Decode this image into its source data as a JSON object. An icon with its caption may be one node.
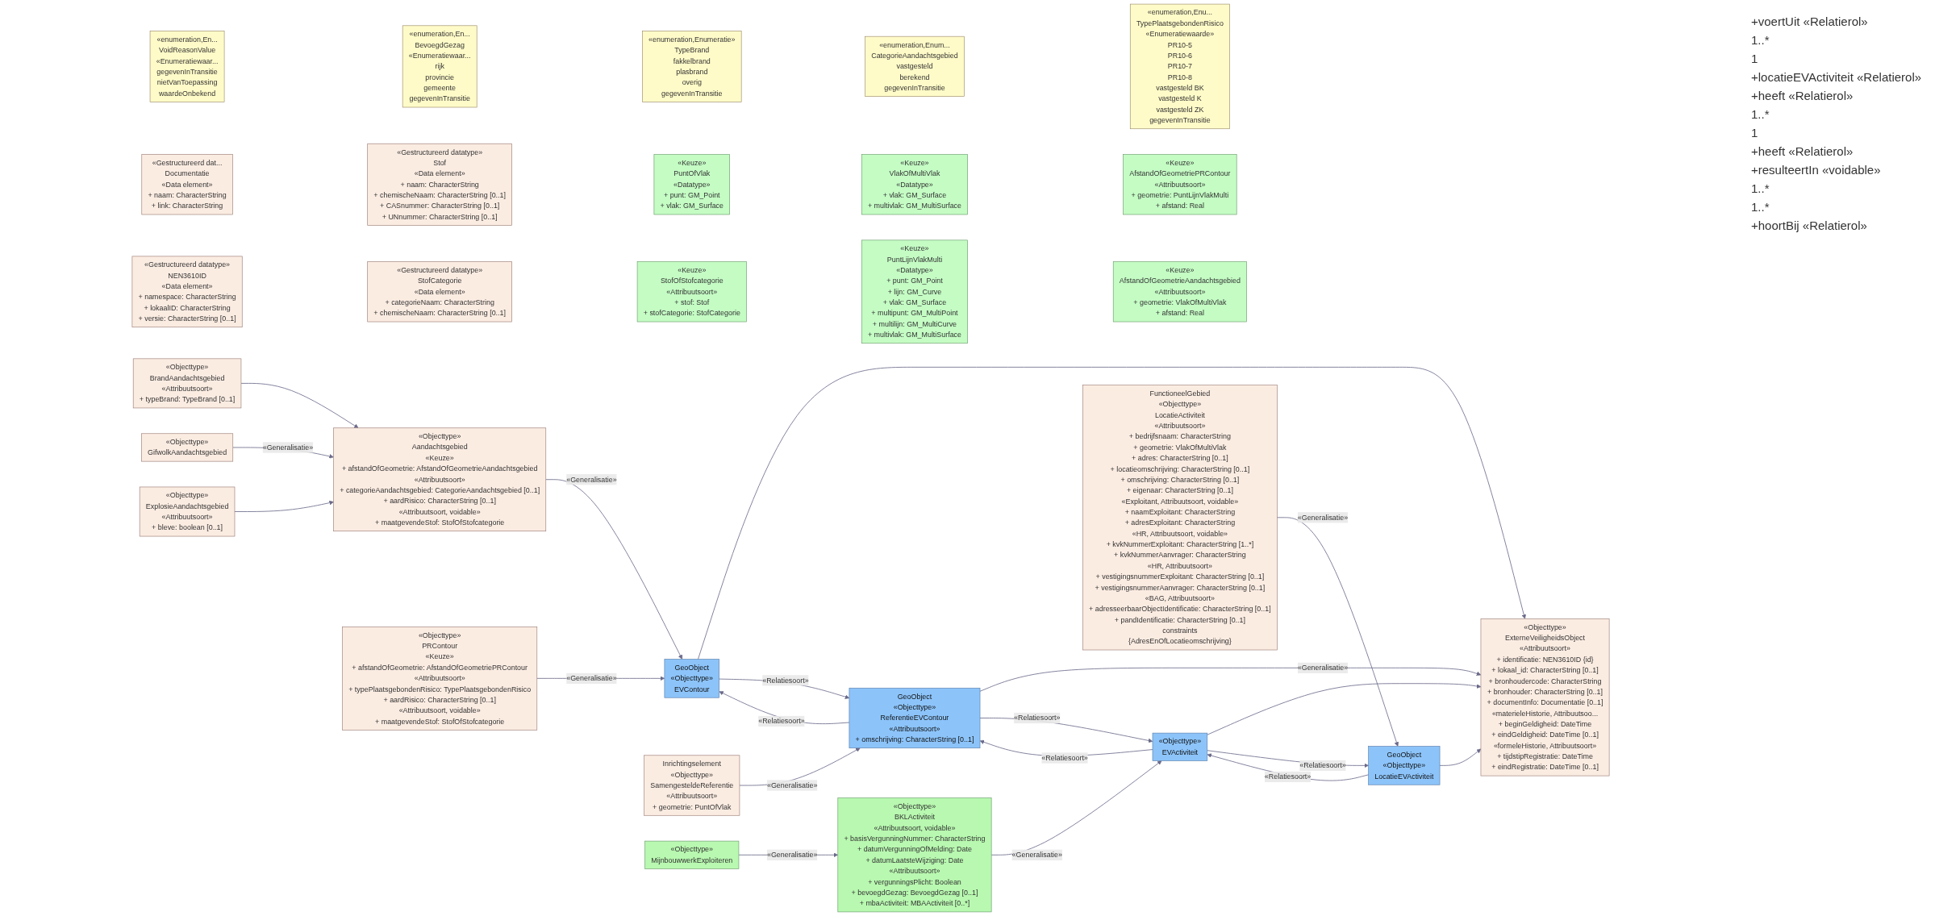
{
  "diagram": {
    "nodes": [
      {
        "text": [
          "«enumeration,En...",
          "VoidReasonValue",
          "«Enumeratiewaar...",
          "gegevenInTransitie",
          "nietVanToepassing",
          "waardeOnbekend"
        ]
      },
      {
        "text": [
          "«enumeration,En...",
          "BevoegdGezag",
          "«Enumeratiewaar...",
          "rijk",
          "provincie",
          "gemeente",
          "gegevenInTransitie"
        ]
      },
      {
        "text": [
          "«enumeration,Enumeratie»",
          "TypeBrand",
          "fakkelbrand",
          "plasbrand",
          "overig",
          "gegevenInTransitie"
        ]
      },
      {
        "text": [
          "«enumeration,Enum...",
          "CategorieAandachtsgebied",
          "vastgesteld",
          "berekend",
          "gegevenInTransitie"
        ]
      },
      {
        "text": [
          "«enumeration,Enu...",
          "TypePlaatsgebondenRisico",
          "«Enumeratiewaarde»",
          "PR10-5",
          "PR10-6",
          "PR10-7",
          "PR10-8",
          "vastgesteld BK",
          "vastgesteld K",
          "vastgesteld ZK",
          "gegevenInTransitie"
        ]
      },
      {
        "text": [
          "«Objecttype»",
          "ExterneVeiligheidsObject",
          "«Attribuutsoort»",
          "+ identificatie: NEN3610ID {id}",
          "+ lokaal_id: CharacterString [0..1]",
          "+ bronhoudercode: CharacterString",
          "+ bronhouder: CharacterString [0..1]",
          "+ documentInfo: Documentatie [0..1]",
          "«materieleHistorie, Attribuutsoo...",
          "+ beginGeldigheid: DateTime",
          "+ eindGeldigheid: DateTime [0..1]",
          "«formeleHistorie, Attribuutsoort»",
          "+ tijdstipRegistratie: DateTime",
          "+ eindRegistratie: DateTime [0..1]"
        ]
      },
      {
        "text": [
          "«Gestructureerd dat...",
          "Documentatie",
          "«Data element»",
          "+ naam: CharacterString",
          "+ link: CharacterString"
        ]
      },
      {
        "text": [
          "«Gestructureerd datatype»",
          "Stof",
          "«Data element»",
          "+ naam: CharacterString",
          "+ chemischeNaam: CharacterString [0..1]",
          "+ CASnummer: CharacterString [0..1]",
          "+ UNnummer: CharacterString [0..1]"
        ]
      },
      {
        "text": [
          "«Keuze»",
          "PuntOfVlak",
          "«Datatype»",
          "+ punt: GM_Point",
          "+ vlak: GM_Surface"
        ]
      },
      {
        "text": [
          "«Keuze»",
          "VlakOfMultiVlak",
          "«Datatype»",
          "+ vlak: GM_Surface",
          "+ multivlak: GM_MultiSurface"
        ]
      },
      {
        "text": [
          "«Keuze»",
          "AfstandOfGeometriePRContour",
          "«Attribuutsoort»",
          "+ geometrie: PuntLijnVlakMulti",
          "+ afstand: Real"
        ]
      },
      {
        "text": [
          "«Gestructureerd datatype»",
          "NEN3610ID",
          "«Data element»",
          "+ namespace: CharacterString",
          "+ lokaalID: CharacterString",
          "+ versie: CharacterString [0..1]"
        ]
      },
      {
        "text": [
          "«Gestructureerd datatype»",
          "StofCategorie",
          "«Data element»",
          "+ categorieNaam: CharacterString",
          "+ chemischeNaam: CharacterString [0..1]"
        ]
      },
      {
        "text": [
          "«Keuze»",
          "StofOfStofcategorie",
          "«Attribuutsoort»",
          "+ stof: Stof",
          "+ stofCategorie: StofCategorie"
        ]
      },
      {
        "text": [
          "«Keuze»",
          "PuntLijnVlakMulti",
          "«Datatype»",
          "+ punt: GM_Point",
          "+ lijn: GM_Curve",
          "+ vlak: GM_Surface",
          "+ multipunt: GM_MultiPoint",
          "+ multilijn: GM_MultiCurve",
          "+ multivlak: GM_MultiSurface"
        ]
      },
      {
        "text": [
          "«Keuze»",
          "AfstandOfGeometrieAandachtsgebied",
          "«Attribuutsoort»",
          "+ geometrie: VlakOfMultiVlak",
          "+ afstand: Real"
        ]
      },
      {
        "text": [
          "GeoObject",
          "«Objecttype»",
          "LocatieEVActiviteit"
        ]
      },
      {
        "text": [
          "«Objecttype»",
          "EVActiviteit"
        ]
      },
      {
        "text": [
          "GeoObject",
          "«Objecttype»",
          "ReferentieEVContour",
          "«Attribuutsoort»",
          "+ omschrijving: CharacterString [0..1]"
        ]
      },
      {
        "text": [
          "GeoObject",
          "«Objecttype»",
          "EVContour"
        ]
      },
      {
        "text": [
          "FunctioneelGebied",
          "«Objecttype»",
          "LocatieActiviteit",
          "«Attribuutsoort»",
          "+ bedrijfsnaam: CharacterString",
          "+ geometrie: VlakOfMultiVlak",
          "+ adres: CharacterString [0..1]",
          "+ locatieomschrijving: CharacterString [0..1]",
          "+ omschrijving: CharacterString [0..1]",
          "+ eigenaar: CharacterString [0..1]",
          "«Exploitant, Attribuutsoort, voidable»",
          "+ naamExploitant: CharacterString",
          "+ adresExploitant: CharacterString",
          "«HR, Attribuutsoort, voidable»",
          "+ kvkNummerExploitant: CharacterString [1..*]",
          "+ kvkNummerAanvrager: CharacterString",
          "«HR, Attribuutsoort»",
          "+ vestigingsnummerExploitant: CharacterString [0..1]",
          "+ vestigingsnummerAanvrager: CharacterString [0..1]",
          "«BAG, Attribuutsoort»",
          "+ adresseerbaarObjectIdentificatie: CharacterString [0..1]",
          "+ pandIdentificatie: CharacterString [0..1]",
          "constraints",
          "{AdresEnOfLocatieomschrijving}"
        ]
      },
      {
        "text": [
          "«Objecttype»",
          "BKLActiviteit",
          "«Attribuutsoort, voidable»",
          "+ basisVergunningNummer: CharacterString",
          "+ datumVergunningOfMelding: Date",
          "+ datumLaatsteWijziging: Date",
          "«Attribuutsoort»",
          "+ vergunningsPlicht: Boolean",
          "+ bevoegdGezag: BevoegdGezag [0..1]",
          "+ mbaActiviteit: MBAActiviteit [0..*]"
        ]
      },
      {
        "text": [
          "Inrichtingselement",
          "«Objecttype»",
          "SamengesteldeReferentie",
          "«Attribuutsoort»",
          "+ geometrie: PuntOfVlak"
        ]
      },
      {
        "text": [
          "«Objecttype»",
          "Aandachtsgebied",
          "«Keuze»",
          "+ afstandOfGeometrie: AfstandOfGeometrieAandachtsgebied",
          "«Attribuutsoort»",
          "+ categorieAandachtsgebied: CategorieAandachtsgebied [0..1]",
          "+ aardRisico: CharacterString [0..1]",
          "«Attribuutsoort, voidable»",
          "+ maatgevendeStof: StofOfStofcategorie"
        ]
      },
      {
        "text": [
          "«Objecttype»",
          "PRContour",
          "«Keuze»",
          "+ afstandOfGeometrie: AfstandOfGeometriePRContour",
          "«Attribuutsoort»",
          "+ typePlaatsgebondenRisico: TypePlaatsgebondenRisico",
          "+ aardRisico: CharacterString [0..1]",
          "«Attribuutsoort, voidable»",
          "+ maatgevendeStof: StofOfStofcategorie"
        ]
      },
      {
        "text": [
          "«Objecttype»",
          "MijnbouwwerkExploiteren"
        ]
      },
      {
        "text": [
          "«Objecttype»",
          "BrandAandachtsgebied",
          "«Attribuutsoort»",
          "+ typeBrand: TypeBrand [0..1]"
        ]
      },
      {
        "text": [
          "«Objecttype»",
          "GifwolkAandachtsgebied"
        ]
      },
      {
        "text": [
          "«Objecttype»",
          "ExplosieAandachtsgebied",
          "«Attribuutsoort»",
          "+ bleve: boolean [0..1]"
        ]
      }
    ],
    "edges": [
      {
        "from": 16,
        "to": 5,
        "arrow": "to"
      },
      {
        "from": 17,
        "to": 5,
        "arrow": "to"
      },
      {
        "from": 18,
        "to": 5,
        "arrow": "to",
        "label": "«Generalisatie»"
      },
      {
        "from": 19,
        "to": 5,
        "arrow": "to"
      },
      {
        "from": 16,
        "to": 17,
        "arrow": "to",
        "label": "«Relatiesoort»"
      },
      {
        "from": 17,
        "to": 16,
        "arrow": "to",
        "label": "«Relatiesoort»"
      },
      {
        "from": 17,
        "to": 18,
        "arrow": "to",
        "label": "«Relatiesoort»"
      },
      {
        "from": 18,
        "to": 17,
        "arrow": "to",
        "label": "«Relatiesoort»"
      },
      {
        "from": 18,
        "to": 19,
        "arrow": "to",
        "label": "«Relatiesoort»"
      },
      {
        "from": 19,
        "to": 18,
        "arrow": "to",
        "label": "«Relatiesoort»"
      },
      {
        "from": 20,
        "to": 16,
        "arrow": "to",
        "label": "«Generalisatie»"
      },
      {
        "from": 21,
        "to": 17,
        "arrow": "to",
        "label": "«Generalisatie»"
      },
      {
        "from": 22,
        "to": 18,
        "arrow": "to",
        "label": "«Generalisatie»"
      },
      {
        "from": 23,
        "to": 19,
        "arrow": "to",
        "label": "«Generalisatie»"
      },
      {
        "from": 24,
        "to": 19,
        "arrow": "to",
        "label": "«Generalisatie»"
      },
      {
        "from": 25,
        "to": 21,
        "arrow": "to",
        "label": "«Generalisatie»"
      },
      {
        "from": 26,
        "to": 23,
        "arrow": "to"
      },
      {
        "from": 27,
        "to": 23,
        "arrow": "to",
        "label": "«Generalisatie»"
      },
      {
        "from": 28,
        "to": 23,
        "arrow": "to"
      }
    ],
    "labels": [
      "+voertUit «Relatierol»",
      "1..*",
      "1",
      "+locatieEVActiviteit «Relatierol»",
      "+heeft «Relatierol»",
      "1..*",
      "1",
      "+heeft «Relatierol»",
      "+resulteertIn «voidable»",
      "1..*",
      "1..*",
      "+hoortBij «Relatierol»"
    ]
  }
}
